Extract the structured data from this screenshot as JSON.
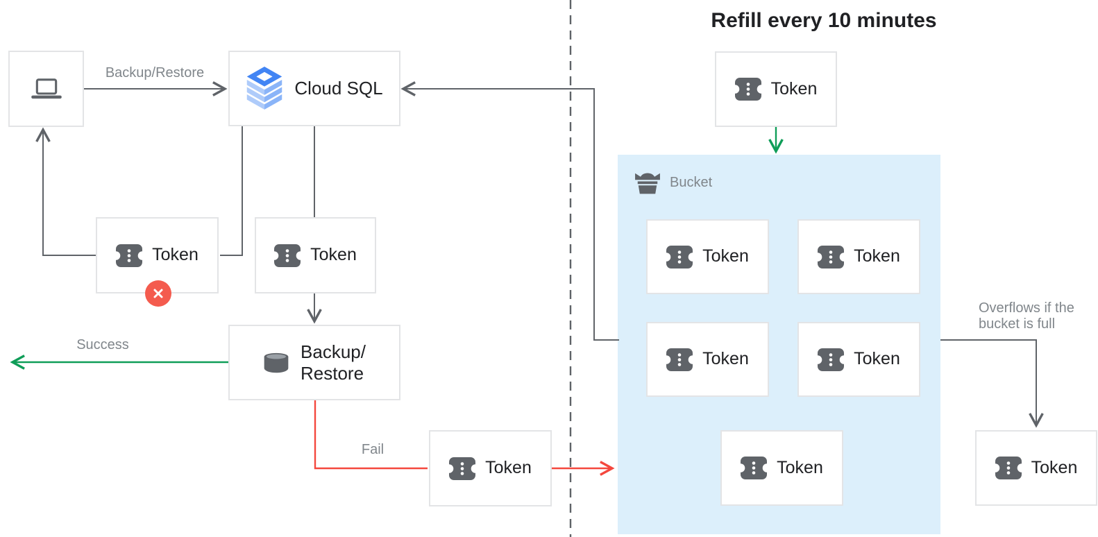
{
  "title": "Refill every 10 minutes",
  "nodes": {
    "client": {
      "icon": "laptop-icon"
    },
    "cloud_sql": {
      "label": "Cloud SQL",
      "icon": "cloud-sql-icon"
    },
    "token_rejected": {
      "label": "Token",
      "icon": "token-icon",
      "badge": "error-x"
    },
    "token_pending": {
      "label": "Token",
      "icon": "token-icon"
    },
    "backup_restore": {
      "label_line1": "Backup/",
      "label_line2": "Restore",
      "icon": "database-icon"
    },
    "token_fail": {
      "label": "Token",
      "icon": "token-icon"
    },
    "token_refill": {
      "label": "Token",
      "icon": "token-icon"
    },
    "token_overflow": {
      "label": "Token",
      "icon": "token-icon"
    }
  },
  "bucket": {
    "label": "Bucket",
    "icon": "bucket-icon",
    "tokens": [
      {
        "label": "Token"
      },
      {
        "label": "Token"
      },
      {
        "label": "Token"
      },
      {
        "label": "Token"
      },
      {
        "label": "Token"
      }
    ]
  },
  "edge_labels": {
    "backup_restore": "Backup/Restore",
    "success": "Success",
    "fail": "Fail",
    "overflow_line1": "Overflows if the",
    "overflow_line2": "bucket is full"
  },
  "colors": {
    "line_gray": "#5F6368",
    "label_gray": "#80868B",
    "text_dark": "#202124",
    "success_green": "#0F9D58",
    "fail_red": "#F4473D",
    "badge_red": "#F45B4E",
    "bucket_bg": "#DCEFFB",
    "box_border": "#E3E4E6",
    "cloud_sql_blue": "#4285F4",
    "cloud_sql_mid": "#8AB4F8",
    "cloud_sql_light": "#AECBFA"
  }
}
